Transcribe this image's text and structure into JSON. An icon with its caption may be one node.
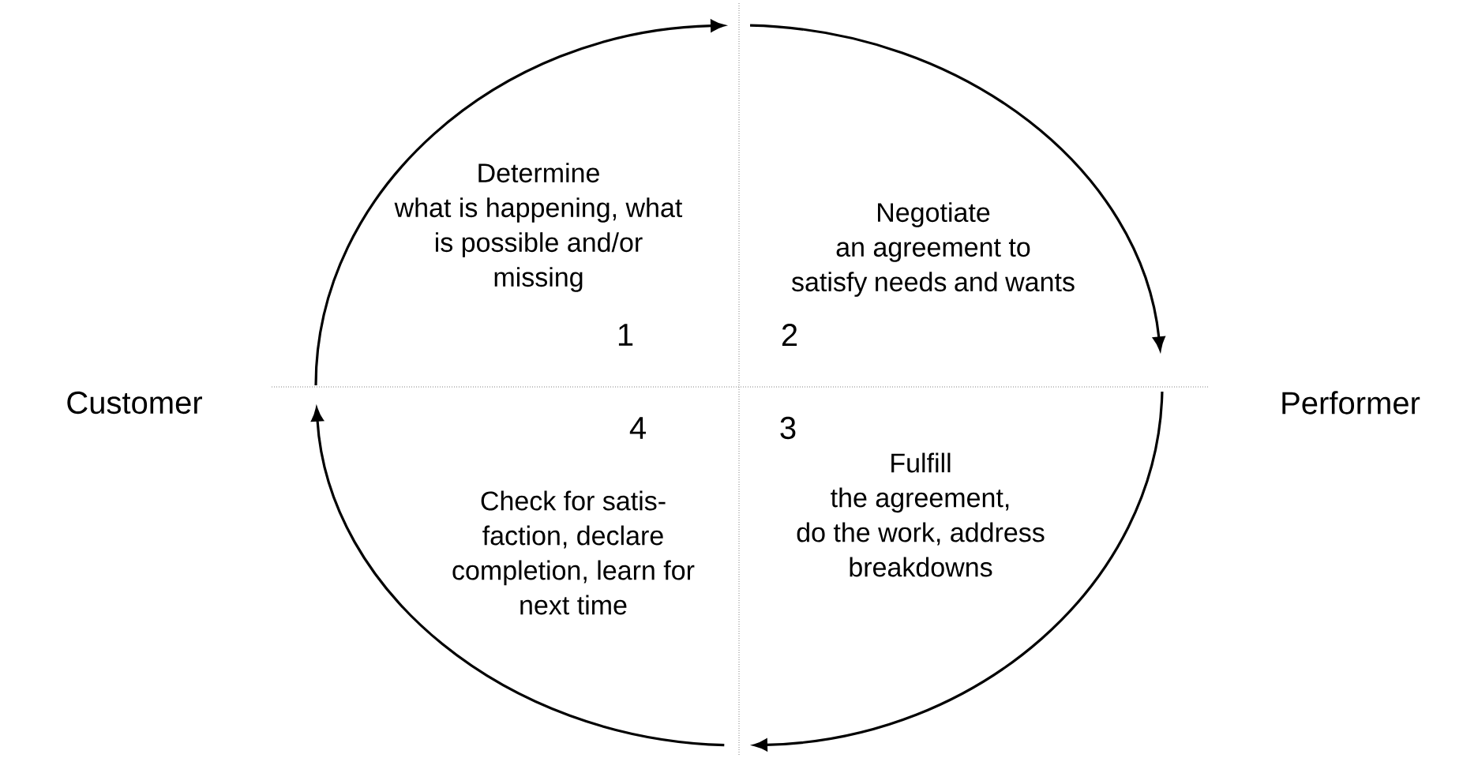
{
  "diagram": {
    "labels": [
      "Determine what is happening, what is possible and/or missing",
      "Negotiate an agreement to satisfy needs and wants",
      "1",
      "2",
      "Customer",
      "Performer",
      "4",
      "3",
      "Check for satis- faction, declare completion, learn for next time",
      "Fulfill the agreement, do the work, address breakdowns"
    ]
  }
}
